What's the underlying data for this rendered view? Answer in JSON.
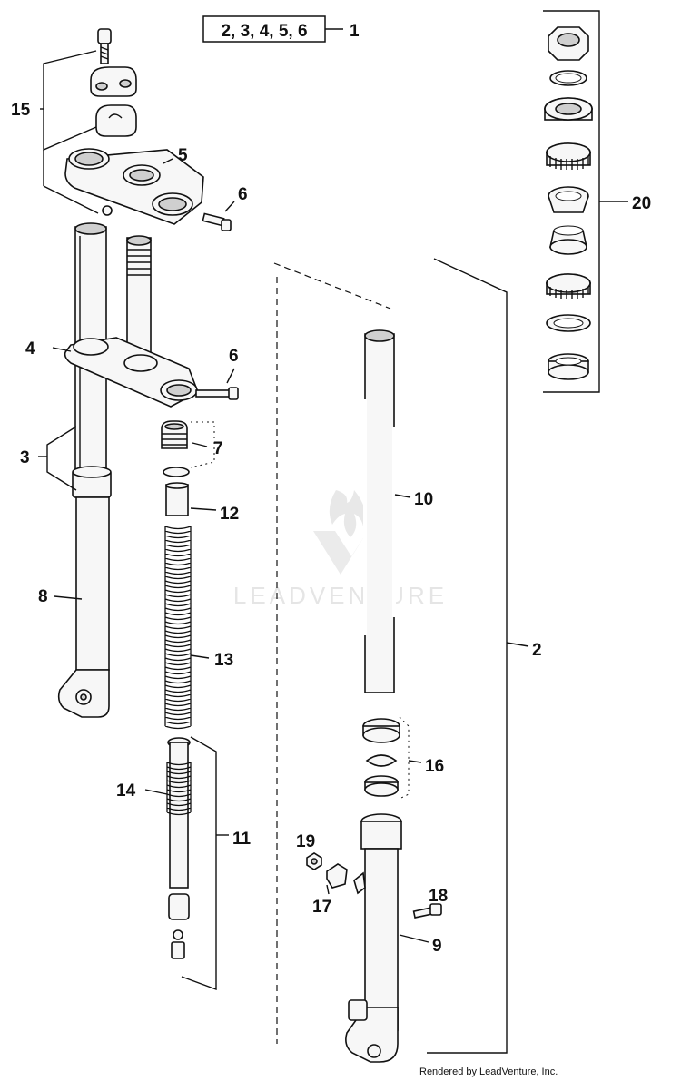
{
  "callouts": {
    "c1": "1",
    "c1_group": "2, 3, 4, 5, 6",
    "c2": "2",
    "c3": "3",
    "c4": "4",
    "c5": "5",
    "c6a": "6",
    "c6b": "6",
    "c7": "7",
    "c8": "8",
    "c9": "9",
    "c10": "10",
    "c11": "11",
    "c12": "12",
    "c13": "13",
    "c14": "14",
    "c15": "15",
    "c16": "16",
    "c17": "17",
    "c18": "18",
    "c19": "19",
    "c20": "20"
  },
  "watermark": "LEADVENTURE",
  "credit": "Rendered by LeadVenture, Inc."
}
